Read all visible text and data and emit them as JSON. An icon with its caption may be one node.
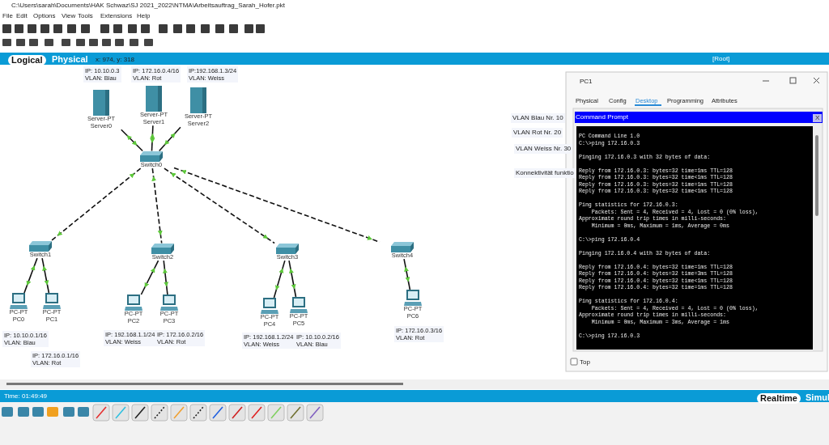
{
  "diagram": {
    "nodes": [
      {
        "text": [
          "Server-PT",
          "Server0"
        ],
        "beside": [
          "IP: 10.10.0.3",
          "VLAN: Blau"
        ]
      },
      {
        "text": [
          "Server-PT",
          "Server1"
        ],
        "beside": [
          "IP: 172.16.0.4/16",
          "VLAN: Rot"
        ]
      },
      {
        "text": [
          "Server-PT",
          "Server2"
        ],
        "beside": [
          "IP:192.168.1.3/24",
          "VLAN: Weiss"
        ]
      },
      {
        "text": [
          "Switch0"
        ]
      },
      {
        "text": [
          "Switch1"
        ]
      },
      {
        "text": [
          "Switch2"
        ]
      },
      {
        "text": [
          "Switch3"
        ]
      },
      {
        "text": [
          "Switch4"
        ]
      },
      {
        "text": [
          "PC-PT",
          "PC0"
        ],
        "beside": [
          "IP: 10.10.0.1/16",
          "VLAN: Blau"
        ]
      },
      {
        "text": [
          "PC-PT",
          "PC1"
        ],
        "beside": [
          "IP: 172.16.0.1/16",
          "VLAN: Rot"
        ]
      },
      {
        "text": [
          "PC-PT",
          "PC2"
        ],
        "beside": [
          "IP: 192.168.1.1/24",
          "VLAN: Weiss"
        ]
      },
      {
        "text": [
          "PC-PT",
          "PC3"
        ],
        "beside": [
          "IP: 172.16.0.2/16",
          "VLAN: Rot"
        ]
      },
      {
        "text": [
          "PC-PT",
          "PC4"
        ],
        "beside": [
          "IP: 192.168.1.2/24",
          "VLAN: Weiss"
        ]
      },
      {
        "text": [
          "PC-PT",
          "PC5"
        ],
        "beside": [
          "IP: 10.10.0.2/16",
          "VLAN: Blau"
        ]
      },
      {
        "text": [
          "PC-PT",
          "PC6"
        ],
        "beside": [
          "IP: 172.16.0.3/16",
          "VLAN: Rot"
        ]
      }
    ],
    "edges": [
      {
        "from": 0,
        "to": 3,
        "arrow": "both"
      },
      {
        "from": 1,
        "to": 3,
        "arrow": "both"
      },
      {
        "from": 2,
        "to": 3,
        "arrow": "both"
      },
      {
        "from": 3,
        "to": 4,
        "arrow": "both",
        "style": "dashed"
      },
      {
        "from": 3,
        "to": 5,
        "arrow": "both",
        "style": "dashed"
      },
      {
        "from": 3,
        "to": 6,
        "arrow": "both",
        "style": "dashed"
      },
      {
        "from": 3,
        "to": 7,
        "arrow": "both",
        "style": "dashed"
      },
      {
        "from": 4,
        "to": 8,
        "arrow": "both"
      },
      {
        "from": 4,
        "to": 9,
        "arrow": "both"
      },
      {
        "from": 5,
        "to": 10,
        "arrow": "both"
      },
      {
        "from": 5,
        "to": 11,
        "arrow": "both"
      },
      {
        "from": 6,
        "to": 12,
        "arrow": "both"
      },
      {
        "from": 6,
        "to": 13,
        "arrow": "both"
      },
      {
        "from": 7,
        "to": 14,
        "arrow": "both"
      }
    ],
    "labels": [
      "C:\\Users\\sarah\\Documents\\HAK Schwaz\\SJ 2021_2022\\NTMA\\Arbeitsauftrag_Sarah_Hofer.pkt",
      "File",
      "Edit",
      "Options",
      "View",
      "Tools",
      "Extensions",
      "Help",
      "Logical",
      "Physical",
      "x: 974, y: 318",
      "[Root]",
      "VLAN Blau Nr. 10",
      "VLAN Rot Nr. 20",
      "VLAN Weiss Nr. 30",
      "Konnektivität funktio",
      "PC1",
      "Physical",
      "Config",
      "Desktop",
      "Programming",
      "Attributes",
      "Command Prompt",
      "X",
      "PC Command Line 1.0",
      "C:\\>ping 172.16.0.3",
      "Pinging 172.16.0.3 with 32 bytes of data:",
      "Reply from 172.16.0.3: bytes=32 time=1ms TTL=128",
      "Reply from 172.16.0.3: bytes=32 time<1ms TTL=128",
      "Reply from 172.16.0.3: bytes=32 time=1ms TTL=128",
      "Reply from 172.16.0.3: bytes=32 time<1ms TTL=128",
      "Ping statistics for 172.16.0.3:",
      "    Packets: Sent = 4, Received = 4, Lost = 0 (0% loss),",
      "Approximate round trip times in milli-seconds:",
      "    Minimum = 0ms, Maximum = 1ms, Average = 0ms",
      "C:\\>ping 172.16.0.4",
      "Pinging 172.16.0.4 with 32 bytes of data:",
      "Reply from 172.16.0.4: bytes=32 time=1ms TTL=128",
      "Reply from 172.16.0.4: bytes=32 time=3ms TTL=128",
      "Reply from 172.16.0.4: bytes=32 time<1ms TTL=128",
      "Reply from 172.16.0.4: bytes=32 time=1ms TTL=128",
      "Ping statistics for 172.16.0.4:",
      "    Packets: Sent = 4, Received = 4, Lost = 0 (0% loss),",
      "Approximate round trip times in milli-seconds:",
      "    Minimum = 0ms, Maximum = 3ms, Average = 1ms",
      "C:\\>ping 172.16.0.3",
      "Top",
      "Time: 01:49:49",
      "Realtime",
      "Simul"
    ]
  }
}
